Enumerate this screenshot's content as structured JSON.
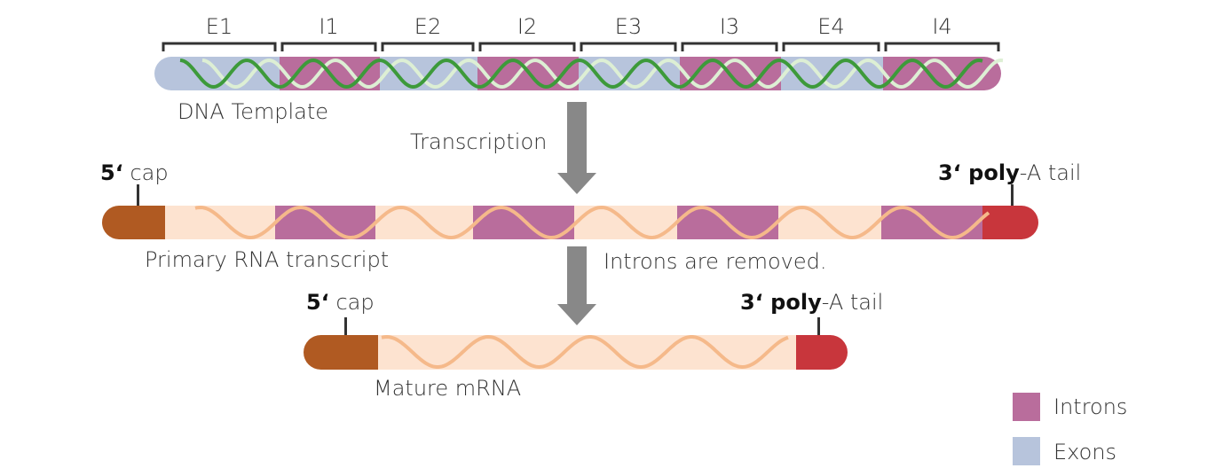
{
  "colors": {
    "exon_dna": "#b7c4dc",
    "intron": "#b96d9c",
    "exon_rna": "#fde3d0",
    "cap": "#b05a22",
    "tail": "#c8363c",
    "dna_strand_dark": "#3d9a3a",
    "dna_strand_light": "#ddefd4",
    "rna_strand": "#f5b98a",
    "arrow": "#888888"
  },
  "dna": {
    "label": "DNA Template",
    "segments": [
      {
        "label": "E1",
        "type": "exon"
      },
      {
        "label": "I1",
        "type": "intron"
      },
      {
        "label": "E2",
        "type": "exon"
      },
      {
        "label": "I2",
        "type": "intron"
      },
      {
        "label": "E3",
        "type": "exon"
      },
      {
        "label": "I3",
        "type": "intron"
      },
      {
        "label": "E4",
        "type": "exon"
      },
      {
        "label": "I4",
        "type": "intron"
      }
    ]
  },
  "step1": {
    "label": "Transcription"
  },
  "primary": {
    "label": "Primary RNA transcript",
    "cap_prefix": "5‘",
    "cap_suffix": " cap",
    "tail_prefix": "3‘ poly",
    "tail_suffix": "-A tail"
  },
  "step2": {
    "label": "Introns are removed."
  },
  "mature": {
    "label": "Mature mRNA",
    "cap_prefix": "5‘",
    "cap_suffix": " cap",
    "tail_prefix": "3‘ poly",
    "tail_suffix": "-A tail"
  },
  "legend": {
    "items": [
      {
        "label": "Introns",
        "color": "#b96d9c"
      },
      {
        "label": "Exons",
        "color": "#b7c4dc"
      }
    ]
  }
}
